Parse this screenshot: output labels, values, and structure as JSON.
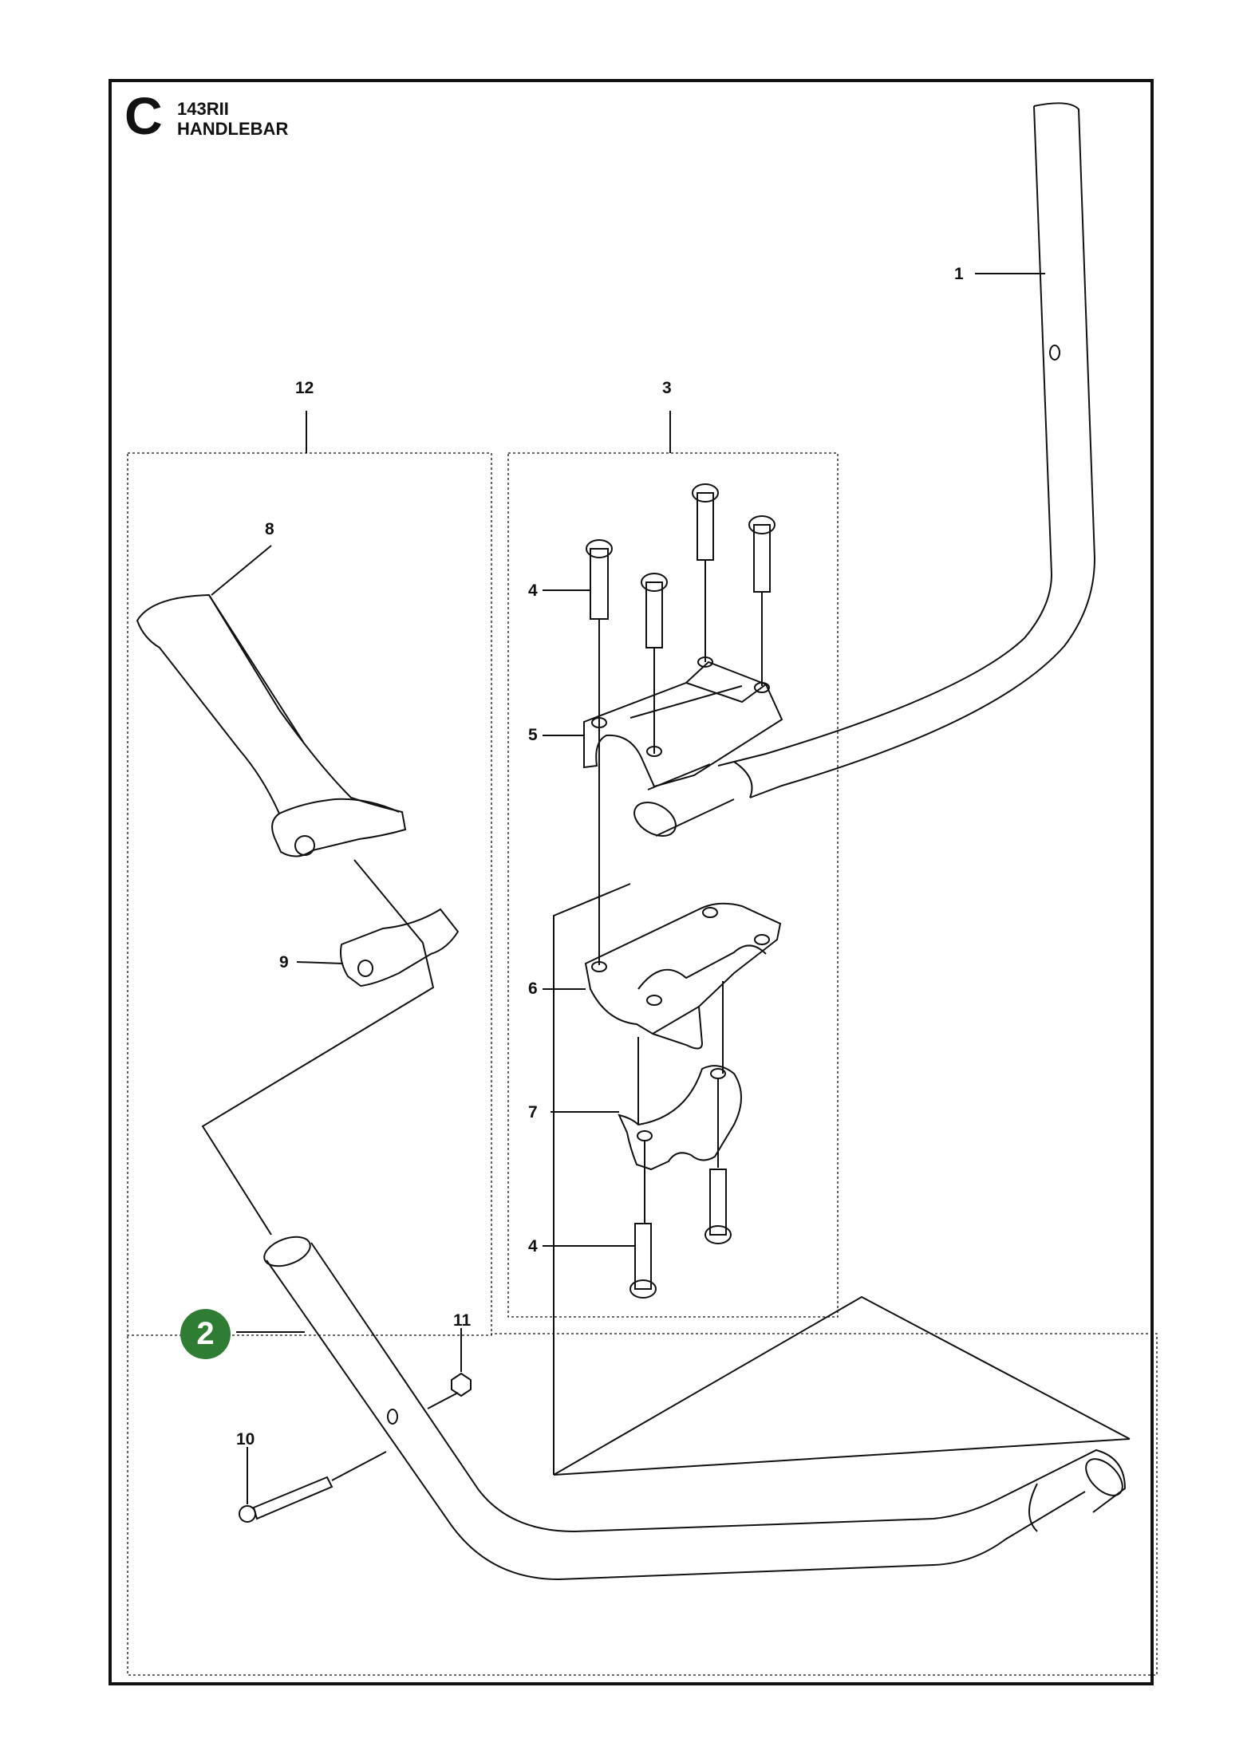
{
  "header": {
    "section_letter": "C",
    "model": "143RII",
    "title": "HANDLEBAR"
  },
  "callouts": {
    "c1": "1",
    "c2": "2",
    "c3": "3",
    "c4a": "4",
    "c4b": "4",
    "c5": "5",
    "c6": "6",
    "c7": "7",
    "c8": "8",
    "c9": "9",
    "c10": "10",
    "c11": "11",
    "c12": "12"
  },
  "colors": {
    "highlight_badge": "#2f7d32",
    "line": "#111111"
  }
}
